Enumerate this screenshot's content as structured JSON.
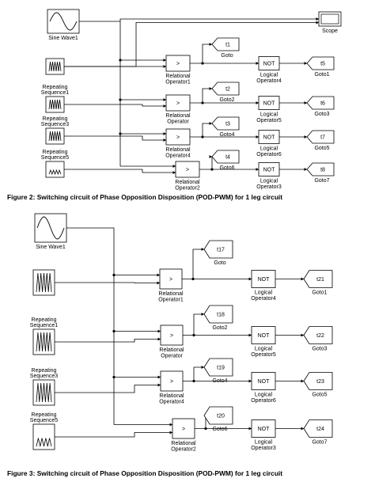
{
  "figure2": {
    "caption": "Figure 2: Switching circuit of Phase Opposition Disposition (POD-PWM) for 1 leg circuit",
    "sine_label": "Sine Wave1",
    "scope_label": "Scope",
    "source_labels": [
      "",
      "Repeating Sequence1",
      "Repeating Sequence3",
      "Repeating Sequence5"
    ],
    "relational": [
      {
        "sym": ">",
        "label": "Relational Operator1",
        "goto_tag": "t1",
        "goto_label": "Goto",
        "logic": "NOT",
        "logic_label": "Logical Operator4",
        "goto2_tag": "t5",
        "goto2_label": "Goto1"
      },
      {
        "sym": ">",
        "label": "Relational Operator",
        "goto_tag": "t2",
        "goto_label": "Goto2",
        "logic": "NOT",
        "logic_label": "Logical Operator5",
        "goto2_tag": "t6",
        "goto2_label": "Goto3"
      },
      {
        "sym": ">",
        "label": "Relational Operator4",
        "goto_tag": "t3",
        "goto_label": "Goto4",
        "logic": "NOT",
        "logic_label": "Logical Operator6",
        "goto2_tag": "t7",
        "goto2_label": "Goto5"
      },
      {
        "sym": ">",
        "label": "Relational Operator2",
        "goto_tag": "t4",
        "goto_label": "Goto6",
        "logic": "NOT",
        "logic_label": "Logical Operator3",
        "goto2_tag": "t8",
        "goto2_label": "Goto7"
      }
    ]
  },
  "figure3": {
    "caption": "Figure 3: Switching circuit of Phase Opposition Disposition (POD-PWM) for 1 leg circuit",
    "sine_label": "Sine Wave1",
    "source_labels": [
      "",
      "Repeating Sequence1",
      "Repeating Sequence3",
      "Repeating Sequence5"
    ],
    "relational": [
      {
        "sym": ">",
        "label": "Relational Operator1",
        "goto_tag": "t17",
        "goto_label": "Goto",
        "logic": "NOT",
        "logic_label": "Logical Operator4",
        "goto2_tag": "t21",
        "goto2_label": "Goto1"
      },
      {
        "sym": ">",
        "label": "Relational Operator",
        "goto_tag": "t18",
        "goto_label": "Goto2",
        "logic": "NOT",
        "logic_label": "Logical Operator5",
        "goto2_tag": "t22",
        "goto2_label": "Goto3"
      },
      {
        "sym": ">",
        "label": "Relational Operator4",
        "goto_tag": "t19",
        "goto_label": "Goto4",
        "logic": "NOT",
        "logic_label": "Logical Operator6",
        "goto2_tag": "t23",
        "goto2_label": "Goto5"
      },
      {
        "sym": ">",
        "label": "Relational Operator2",
        "goto_tag": "t20",
        "goto_label": "Goto6",
        "logic": "NOT",
        "logic_label": "Logical Operator3",
        "goto2_tag": "t24",
        "goto2_label": "Goto7"
      }
    ]
  }
}
